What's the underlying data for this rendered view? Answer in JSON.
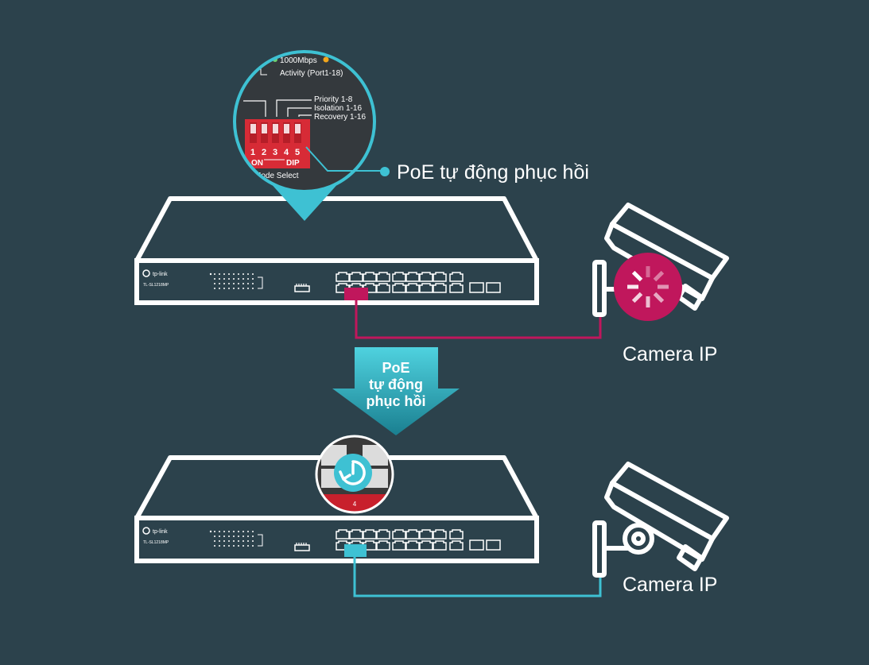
{
  "callout": {
    "dip": {
      "speed_label": "1000Mbps",
      "activity_label": "Activity (Port1-18)",
      "priority_label": "Priority 1-8",
      "isolation_label": "Isolation 1-16",
      "recovery_label": "Recovery 1-16",
      "switch_numbers": [
        "1",
        "2",
        "3",
        "4",
        "5"
      ],
      "on_label": "ON",
      "dip_label": "DIP",
      "mode_select_label": "Mode Select"
    },
    "feature_label": "PoE tự động phục hồi"
  },
  "top_switch": {
    "brand": "tp-link",
    "model": "TL-SL1218MP"
  },
  "bottom_switch": {
    "brand": "tp-link",
    "model": "TL-SL1218MP",
    "port_number": "4"
  },
  "arrow": {
    "line1": "PoE",
    "line2": "tự động",
    "line3": "phục hồi"
  },
  "camera_top": {
    "label": "Camera IP",
    "status_icon": "loading-spinner-icon"
  },
  "camera_bottom": {
    "label": "Camera IP"
  },
  "colors": {
    "background": "#2c424c",
    "accent_magenta": "#c0175c",
    "accent_cyan": "#3ec1d3",
    "outline": "#ffffff"
  }
}
